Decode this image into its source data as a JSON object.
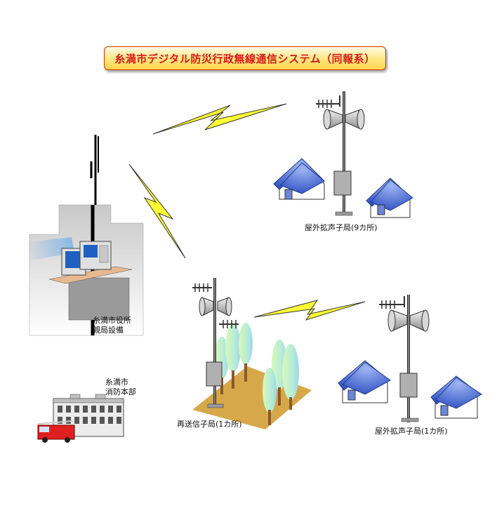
{
  "title": "糸満市デジタル防災行政無線通信システム（同報系）",
  "labels": {
    "city_hall_line1": "糸満市役所",
    "city_hall_line2": "親局設備",
    "fire_hq_line1": "糸満市",
    "fire_hq_line2": "消防本部",
    "outdoor_top": "屋外拡声子局(9カ所)",
    "relay": "再送信子局(1カ所)",
    "outdoor_bottom": "屋外拡声子局(1カ所)"
  },
  "colors": {
    "title_text": "#d41a1a",
    "title_border": "#cc3300",
    "title_fill": "#ffe680",
    "lightning": "#ffff33",
    "house_roof": "#4a6fd4",
    "ground": "#d6a84a",
    "tree": "#c8f0a0"
  }
}
